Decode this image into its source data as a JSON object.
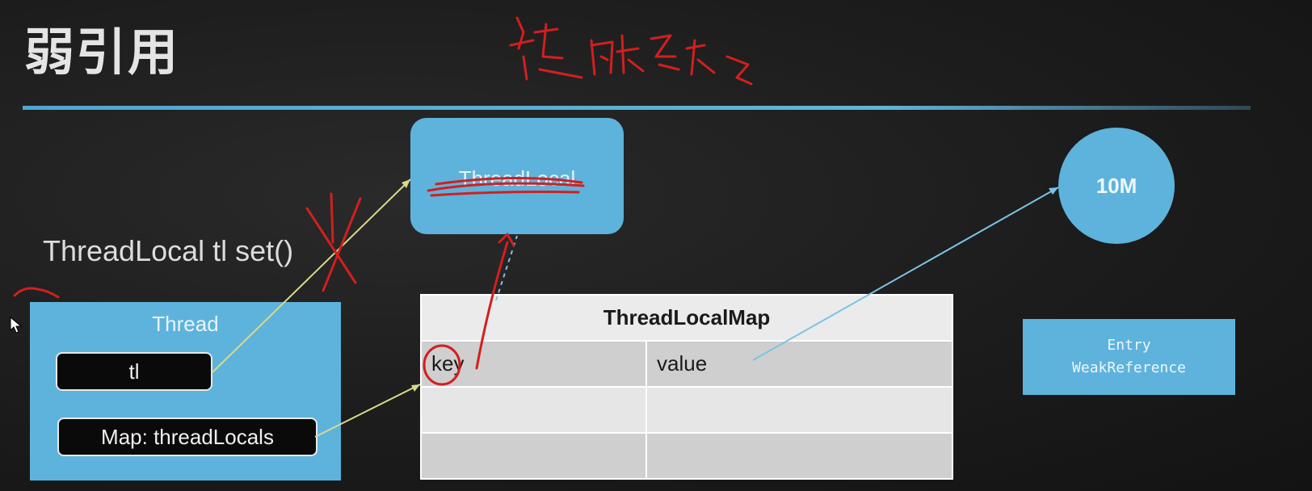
{
  "slide": {
    "title": "弱引用",
    "set_label": "ThreadLocal tl set()",
    "threadlocal_box": {
      "label": "ThreadLocal"
    },
    "object_circle": {
      "label": "10M"
    },
    "thread_box": {
      "title": "Thread",
      "field_tl": "tl",
      "field_map": "Map: threadLocals"
    },
    "map_table": {
      "header": "ThreadLocalMap",
      "rows": [
        {
          "key": "key",
          "value": "value"
        },
        {
          "key": "",
          "value": ""
        },
        {
          "key": "",
          "value": ""
        }
      ]
    },
    "entry_box": {
      "line1": "Entry",
      "line2": "WeakReference"
    }
  },
  "colors": {
    "background": "#1c1c1c",
    "accent_blue": "#5eb3dc",
    "rule_blue": "#4fa6cf",
    "annotation_red": "#d21f1f",
    "arrow_yellow": "#d9d98a",
    "arrow_blue": "#7cc3e6"
  }
}
